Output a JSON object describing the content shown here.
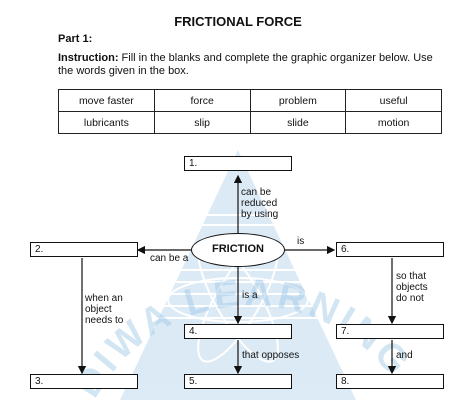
{
  "title": "FRICTIONAL FORCE",
  "part_label": "Part 1:",
  "instruction": {
    "label": "Instruction:",
    "text": " Fill in the blanks and complete the graphic organizer below. Use the words given in the box."
  },
  "word_box": [
    [
      "move faster",
      "force",
      "problem",
      "useful"
    ],
    [
      "lubricants",
      "slip",
      "slide",
      "motion"
    ]
  ],
  "watermark": "DIWA LEARNING SYSTEMS INC",
  "organizer": {
    "center": "FRICTION",
    "blanks": [
      "1.",
      "2.",
      "3.",
      "4.",
      "5.",
      "6.",
      "7.",
      "8."
    ],
    "links": {
      "can_be_reduced": [
        "can be",
        "reduced",
        "by using"
      ],
      "can_be_a": "can be a",
      "is": "is",
      "is_a": "is a",
      "when_an_object": [
        "when an",
        "object",
        "needs to"
      ],
      "so_that": [
        "so that",
        "objects",
        "do not"
      ],
      "that_opposes": "that opposes",
      "and": "and"
    }
  }
}
